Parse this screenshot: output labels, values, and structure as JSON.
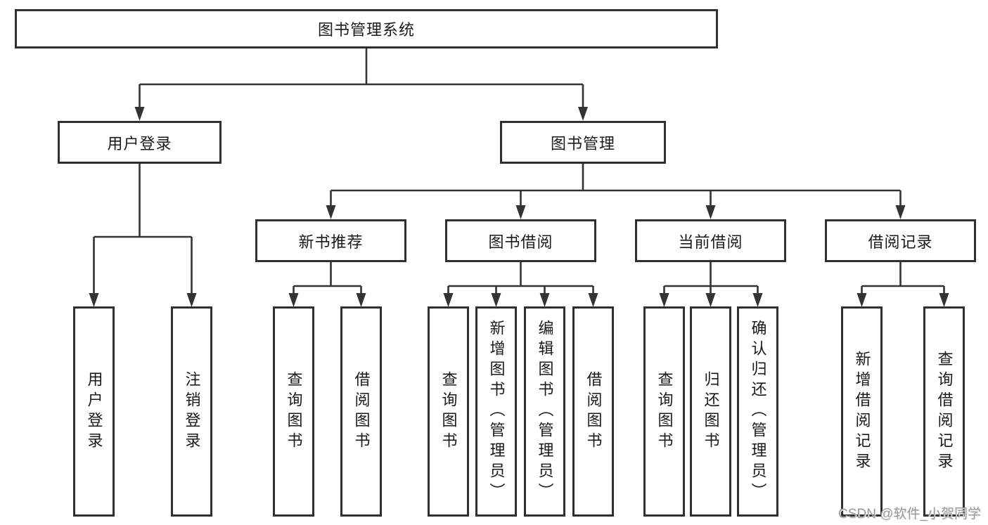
{
  "diagram": {
    "title": "图书管理系统",
    "level2": [
      {
        "label": "用户登录"
      },
      {
        "label": "图书管理"
      }
    ],
    "level3": [
      {
        "label": "新书推荐"
      },
      {
        "label": "图书借阅"
      },
      {
        "label": "当前借阅"
      },
      {
        "label": "借阅记录"
      }
    ],
    "leaves": [
      {
        "group": "用户登录",
        "label": "用户登录"
      },
      {
        "group": "用户登录",
        "label": "注销登录"
      },
      {
        "group": "新书推荐",
        "label": "查询图书"
      },
      {
        "group": "新书推荐",
        "label": "借阅图书"
      },
      {
        "group": "图书借阅",
        "label": "查询图书"
      },
      {
        "group": "图书借阅",
        "label": "新增图书（管理员）"
      },
      {
        "group": "图书借阅",
        "label": "编辑图书（管理员）"
      },
      {
        "group": "图书借阅",
        "label": "借阅图书"
      },
      {
        "group": "当前借阅",
        "label": "查询图书"
      },
      {
        "group": "当前借阅",
        "label": "归还图书"
      },
      {
        "group": "当前借阅",
        "label": "确认归还（管理员）"
      },
      {
        "group": "借阅记录",
        "label": "新增借阅记录"
      },
      {
        "group": "借阅记录",
        "label": "查询借阅记录"
      }
    ]
  },
  "watermark": {
    "text": "CSDN @软件_小贺同学"
  },
  "colors": {
    "line": "#333333",
    "box_border": "#2f2f2f",
    "text": "#1a1a1a",
    "watermark": "#9b9b9b",
    "background": "#ffffff"
  }
}
